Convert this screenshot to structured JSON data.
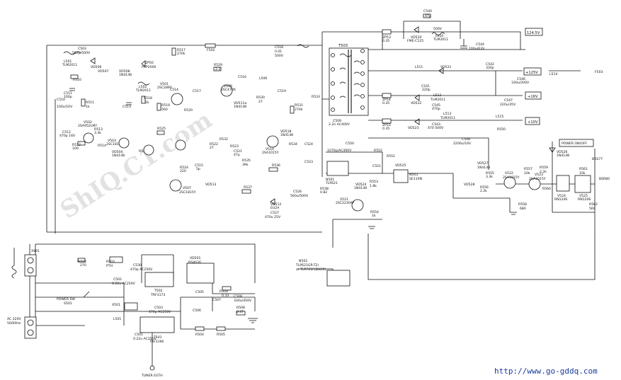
{
  "top_labels": {
    "c540": "C540",
    "c540_val": "47p",
    "vd520": "VD520",
    "vd520_type": "FME-C125",
    "l510": "L510",
    "l510_type": "TLM2011",
    "c543": "C543",
    "c543_val": "500V",
    "rail_124": "124.5V",
    "c544": "C544",
    "c544_val": "100u/63V",
    "zp53": "ZP53",
    "zp53_val": "0.35",
    "fuse_f502": "F502",
    "t503": "T503"
  },
  "left_labels": {
    "l501": "L501",
    "l501_type": "TLM2011",
    "c503": "C503",
    "c503_val": "562p/500V",
    "vd506": "VD506",
    "r510": "R510",
    "vd507": "VD507",
    "vd508": "VD508",
    "vd508_type": "1N4148",
    "r517": "R517",
    "r517_val": "270k",
    "zp50": "ZP50",
    "zp50_type": "PRP2000",
    "c511": "C511",
    "c511_val": "100p",
    "c510": "C510",
    "c510_val": "100u/16V",
    "r511": "R511",
    "r511_val": "1k",
    "c512": "C512",
    "c512_val": "470p 16V",
    "v502": "V502",
    "v502_type": "2SA952LMY",
    "r512": "R512",
    "r512_val": "100",
    "r513": "R513",
    "r513_val": "3.3k",
    "r514": "R514",
    "v503": "V503",
    "v503_type": "2SC1815Y",
    "vd504": "VD504",
    "vd504_type": "1N4148",
    "c513": "C513",
    "l502": "L502",
    "l502_type": "TLM2011",
    "r518": "R518",
    "r518_val": "1k",
    "r519": "R519",
    "r519_val": "560",
    "c514": "C514",
    "v501": "V501",
    "v501_type": "2SC2890",
    "r520": "R520",
    "r525": "R525",
    "r521": "R521",
    "c517": "C517",
    "r522": "R522",
    "r522_val": "27",
    "r524": "R524",
    "r524_val": "220",
    "c515": "C515",
    "c515_val": "5p",
    "v507": "V507",
    "v507_type": "2SC1815Y",
    "vd513": "VD513"
  },
  "mid_labels": {
    "c518": "C518",
    "c518_val": "0.01",
    "c518_v": "500V",
    "r529": "R529",
    "r529_val": "2.2",
    "c516": "C516",
    "v509": "V509",
    "v509_type": "2SC4706",
    "l506": "L506",
    "vd511a": "VD511a",
    "vd511a_type": "1N4148",
    "r530": "R530",
    "r530_val": "27",
    "c519": "C519",
    "r531": "R531",
    "r531_val": "270k",
    "r533": "R533",
    "r532": "R532",
    "c521": "C521",
    "c521_val": "47p",
    "r523": "R523",
    "vd518": "VD518",
    "vd518_type": "1N4148",
    "v510": "V510",
    "v510_type": "2SA1015Y",
    "r534": "R534",
    "c524": "C524",
    "r535": "R535",
    "r535_val": "39k",
    "c523": "C523",
    "r536": "R536",
    "r537": "R537",
    "c526": "C526",
    "c526_val": "560u/500V",
    "vd512": "VD512",
    "vd512_type": "EU2A",
    "c527": "C527",
    "c527_val": "470u 25V",
    "r538": "R538",
    "r538_val": "0.82",
    "c509": "C509",
    "c509_val": "2.2n AC400V",
    "c550": "C550",
    "c550_val": "1070p/AC400V",
    "r552": "R552"
  },
  "right_labels": {
    "l511": "L511",
    "vd521": "VD521",
    "c542": "C542",
    "c542_val": "330p",
    "c541": "C541",
    "c541_val": "220p",
    "rail_125": "+125V",
    "l514": "L514",
    "f503": "F503",
    "c546": "C546",
    "c546_val": "330u/200V",
    "zp54": "ZP54",
    "zp54_val": "0.35",
    "vd522": "VD522",
    "l512": "L512",
    "l512_type": "TLM2011",
    "c545": "C545",
    "c545_val": "470p",
    "rail_16": "+16V",
    "c547": "C547",
    "c547_val": "220u/35V",
    "zp55": "ZP55",
    "zp55_val": "0.35",
    "vd523": "VD523",
    "l513": "L513",
    "l513_type": "TLM2011",
    "c543b": "C543",
    "c543b_val": "470 500V",
    "l515": "L515",
    "rail_10": "+10V",
    "r550": "R550",
    "c548": "C548",
    "c548_val": "2200u/16V",
    "vd527": "VD527",
    "vd527_type": "1N4148",
    "vd528": "VD528",
    "r551": "R551",
    "c551": "C551",
    "vd525": "VD525",
    "n503": "N503",
    "n503_type": "SE110N",
    "vd524": "VD524",
    "vd524_type": "1N4148",
    "r553": "R553",
    "r553_val": "1.8k",
    "v521": "V521",
    "v521_type": "2SC2230AY",
    "r554": "R554",
    "r554_val": "1k",
    "n501": "N501",
    "n501_type": "TLP621",
    "power_onoff": "POWER ON/OFF",
    "vd526": "VD526",
    "vd526_type": "1N4148",
    "r555": "R555",
    "r555_val": "3.3k",
    "r556": "R556",
    "r556_val": "2.2k",
    "v522": "V522",
    "v522_type": "2SA1015Y",
    "r557": "R557",
    "r557_val": "10k",
    "v523": "V523",
    "v523_type": "2SA1015Y",
    "r558": "R558",
    "r558_val": "680",
    "r559": "R559",
    "r559_val": "2.2k",
    "r560": "R560",
    "v524": "V524",
    "v524_type": "RN1206",
    "v525": "V525",
    "v525_type": "RN1206",
    "r561": "R561",
    "r561_val": "10k",
    "r562": "R562",
    "r562_val": "560",
    "brs77": "BRS77",
    "bsr80": "BSR80"
  },
  "bottom_labels": {
    "xs01": "XS01",
    "r502": "R502",
    "r502_val": "270",
    "r503": "R503",
    "r503_val": "PTH",
    "c530": "C530",
    "c530_val": "470p AC250V",
    "c502": "C502",
    "c502_val": "0.22u AC250V",
    "t502": "T502",
    "t502_type": "TRF3173",
    "t501": "T501",
    "t501_type": "TRF3196",
    "c501": "C501",
    "c501_val": "0.22u AC250V",
    "c503b": "C503",
    "c503b_val": "470p AC250V",
    "vd501": "VD501",
    "vd501_type": "RS403G",
    "c505": "C505",
    "c508": "C508",
    "c508_val": "330u/450V",
    "c507": "C507",
    "c506": "C506",
    "r509": "R509",
    "r509_val": "0.33",
    "r508": "R508",
    "r508_val": "0.5T",
    "r504": "R504",
    "r505": "R505",
    "l501b": "L501",
    "x501": "X501",
    "power_sw": "POWER SW",
    "power_sw_ref": "S501",
    "ac_label": "AC 220V",
    "ac_freq": "50/60Hz",
    "tuner_earth": "TUNER EGTH",
    "n502": "N502",
    "n502_type": "TLP621GR-T2)",
    "n502_alt": "or TLP721F(D4GR)"
  },
  "watermark": "ShIQ.C1.com",
  "footer_url": "http://www.go-gddq.com"
}
